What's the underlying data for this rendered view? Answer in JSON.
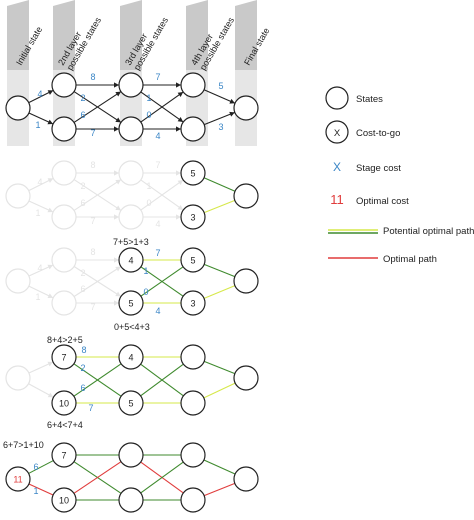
{
  "colors": {
    "stage_cost": "#3b86c6",
    "optimal_cost": "#e03c3c",
    "edge": "#222222",
    "faded": "#e4e4e4",
    "green": "#3f8a2e",
    "yellow": "#d6e84a",
    "red": "#e03c3c",
    "header_band": "#e6e6e6",
    "header_tab": "#c9c9c9"
  },
  "headers": [
    "Initial state",
    "2nd layer possible states",
    "3rd layer possible states",
    "4th layer possible states",
    "Final state"
  ],
  "header_lines": [
    [
      "Initial state"
    ],
    [
      "2nd layer",
      "possible states"
    ],
    [
      "3rd layer",
      "possible states"
    ],
    [
      "4th layer",
      "possible states"
    ],
    [
      "Final state"
    ]
  ],
  "panel1": {
    "costs": [
      "4",
      "1",
      "8",
      "2",
      "6",
      "7",
      "7",
      "1",
      "0",
      "4",
      "5",
      "3"
    ]
  },
  "panel2": {
    "node_values": [
      "5",
      "3"
    ],
    "faded_costs": [
      "4",
      "1",
      "8",
      "2",
      "6",
      "7",
      "7",
      "1",
      "0",
      "4"
    ]
  },
  "panel3": {
    "node_values": [
      "4",
      "5",
      "5",
      "3"
    ],
    "annotations": [
      "7+5>1+3",
      "0+5<4+3"
    ],
    "costs": [
      "7",
      "1",
      "0",
      "4"
    ],
    "faded_costs": [
      "4",
      "1",
      "8",
      "2",
      "6",
      "7"
    ]
  },
  "panel4": {
    "node_values": [
      "7",
      "10",
      "4",
      "5"
    ],
    "annotations": [
      "8+4>2+5",
      "6+4<7+4"
    ],
    "costs": [
      "8",
      "2",
      "6",
      "7"
    ]
  },
  "panel5": {
    "node_values": [
      "7",
      "10"
    ],
    "optimal_value": "11",
    "annotation": "6+7>1+10",
    "costs": [
      "6",
      "1"
    ]
  },
  "legend": {
    "states": "States",
    "x_glyph": "X",
    "cost_to_go": "Cost-to-go",
    "stage_cost": "Stage cost",
    "eleven": "11",
    "optimal_cost": "Optimal cost",
    "potential_paths": "Potential optimal paths",
    "optimal_path": "Optimal path"
  }
}
